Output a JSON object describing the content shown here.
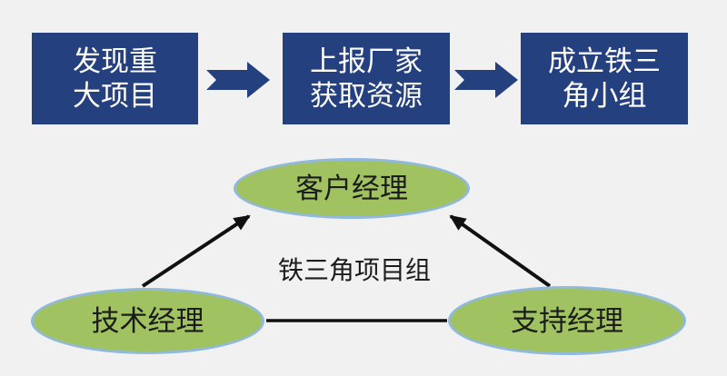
{
  "colors": {
    "background": "#F1F1F2",
    "flow_box_fill": "#24407E",
    "flow_box_text": "#FFFFFF",
    "flow_arrow_fill": "#24407E",
    "ellipse_fill": "#A0C260",
    "ellipse_border": "#91B9DC",
    "connector_line": "#111111",
    "label_text": "#1C1C1C"
  },
  "flow": {
    "steps": [
      {
        "label": "发现重\n大项目"
      },
      {
        "label": "上报厂家\n获取资源"
      },
      {
        "label": "成立铁三\n角小组"
      }
    ]
  },
  "triangle": {
    "top_node": "客户经理",
    "bottom_left_node": "技术经理",
    "bottom_right_node": "支持经理",
    "center_label": "铁三角项目组"
  }
}
